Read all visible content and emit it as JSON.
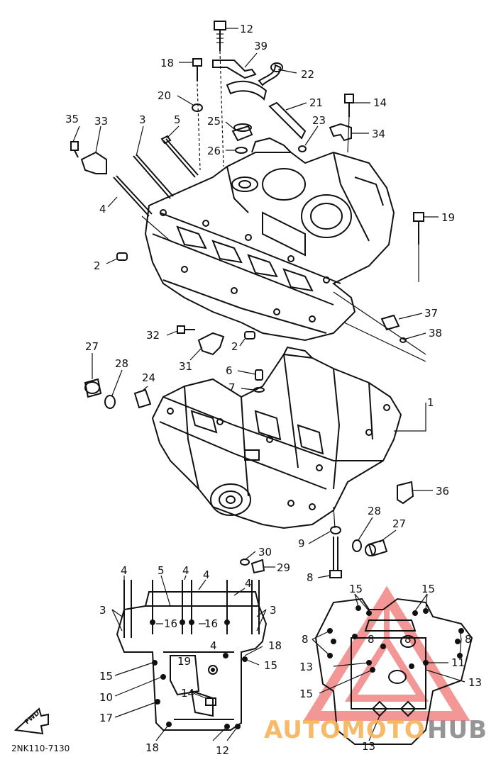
{
  "diagram": {
    "part_code": "2NK110-7130",
    "fwd_label": "FWD",
    "callouts": {
      "c12a": "12",
      "c39": "39",
      "c18a": "18",
      "c22": "22",
      "c20": "20",
      "c21": "21",
      "c14a": "14",
      "c35": "35",
      "c33": "33",
      "c3a": "3",
      "c5a": "5",
      "c25": "25",
      "c23": "23",
      "c34": "34",
      "c26": "26",
      "c4a": "4",
      "c19a": "19",
      "c2a": "2",
      "c37": "37",
      "c38": "38",
      "c32": "32",
      "c2b": "2",
      "c27a": "27",
      "c28a": "28",
      "c31": "31",
      "c6": "6",
      "c24": "24",
      "c7": "7",
      "c1": "1",
      "c36": "36",
      "c28b": "28",
      "c27b": "27",
      "c9": "9",
      "c30": "30",
      "c29": "29",
      "c8a": "8",
      "b4a": "4",
      "b5": "5",
      "b4b": "4",
      "b4c": "4",
      "b4d": "4",
      "b3a": "3",
      "b3b": "3",
      "b16a": "16",
      "b16b": "16",
      "b4e": "4",
      "b18a": "18",
      "b19": "19",
      "b15a": "15",
      "b15b": "15",
      "b10": "10",
      "b14": "14",
      "b17": "17",
      "b18b": "18",
      "b12": "12",
      "r15a": "15",
      "r15b": "15",
      "r8a": "8",
      "r8b": "8",
      "r8c": "8",
      "r8d": "8",
      "r13a": "13",
      "r11": "11",
      "r13b": "13",
      "r15c": "15",
      "r13c": "13"
    }
  },
  "watermark": {
    "text_auto": "AUTOMOTO",
    "text_hub": "HUB",
    "accent_color": "#f28b8b",
    "auto_color": "#f4b35a",
    "hub_color": "#8a8a8a"
  }
}
